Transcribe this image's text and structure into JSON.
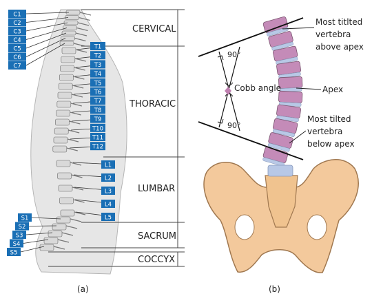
{
  "panel_a": {
    "caption": "(a)",
    "vertebrae": {
      "cervical": [
        "C1",
        "C2",
        "C3",
        "C4",
        "C5",
        "C6",
        "C7"
      ],
      "thoracic": [
        "T1",
        "T2",
        "T3",
        "T4",
        "T5",
        "T6",
        "T7",
        "T8",
        "T9",
        "T10",
        "T11",
        "T12"
      ],
      "lumbar": [
        "L1",
        "L2",
        "L3",
        "L4",
        "L5"
      ],
      "sacrum": [
        "S1",
        "S2",
        "S3",
        "S4",
        "S5"
      ]
    },
    "regions": {
      "cervical": "CERVICAL",
      "thoracic": "THORACIC",
      "lumbar": "LUMBAR",
      "sacrum": "SACRUM",
      "coccyx": "COCCYX"
    },
    "colors": {
      "label_fill": "#1a6fb5",
      "label_text": "#ffffff",
      "bone": "#d9d9d9"
    }
  },
  "panel_b": {
    "caption": "(b)",
    "labels": {
      "top_tilted": [
        "Most titlted",
        "vertebra",
        "above apex"
      ],
      "apex": "Apex",
      "bottom_tilted": [
        "Most tilted",
        "vertebra",
        "below apex"
      ],
      "cobb": "Cobb angle",
      "angle_top": "90°",
      "angle_bottom": "90°"
    },
    "colors": {
      "vertebra": "#c48bb8",
      "disc": "#b8c8e6",
      "pelvis": "#f3c99c",
      "pelvis_stroke": "#a07850"
    }
  }
}
